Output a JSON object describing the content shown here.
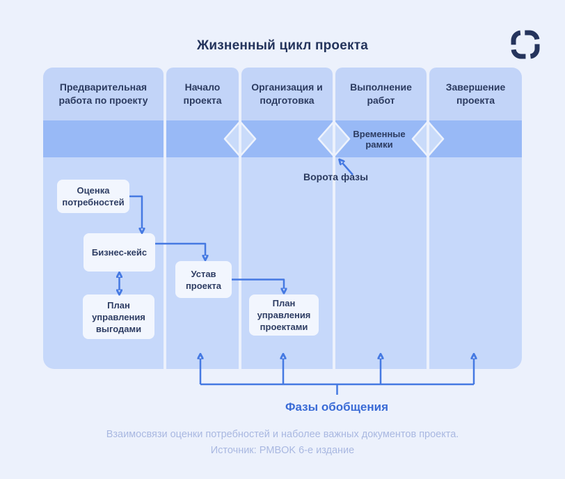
{
  "page": {
    "title": "Жизненный цикл проекта"
  },
  "table": {
    "columns": [
      {
        "label": "Предварительная работа по проекту"
      },
      {
        "label": "Начало проекта"
      },
      {
        "label": "Организация и подготовка"
      },
      {
        "label": "Выполнение работ"
      },
      {
        "label": "Завершение проекта"
      }
    ],
    "timeline_label": "Временные рамки",
    "phase_gate_label": "Ворота фазы"
  },
  "flowchart": {
    "boxes": [
      {
        "label": "Оценка потребностей"
      },
      {
        "label": "Бизнес-кейс"
      },
      {
        "label": "План управления выгодами"
      },
      {
        "label": "Устав проекта"
      },
      {
        "label": "План управления проектами"
      }
    ]
  },
  "bottom": {
    "phases_label": "Фазы обобщения"
  },
  "caption": {
    "line1": "Взаимосвязи оценки потребностей и наболее важных документов проекта.",
    "line2": "Источник: PMBOK 6-е издание"
  },
  "colors": {
    "page_bg": "#ecf1fc",
    "header_cell": "#c2d4f8",
    "timeline_band": "#98b9f6",
    "table_body": "#c6d8fa",
    "diamond_fill": "#c9dbfa",
    "diamond_stroke": "#eef3fd",
    "flow_box": "#f2f6fe",
    "arrow_blue": "#4579e2",
    "dark_text": "#2b3a5f",
    "phases_text": "#3a6bd6",
    "caption_text": "#a9b8e1",
    "logo_navy": "#25345c"
  }
}
